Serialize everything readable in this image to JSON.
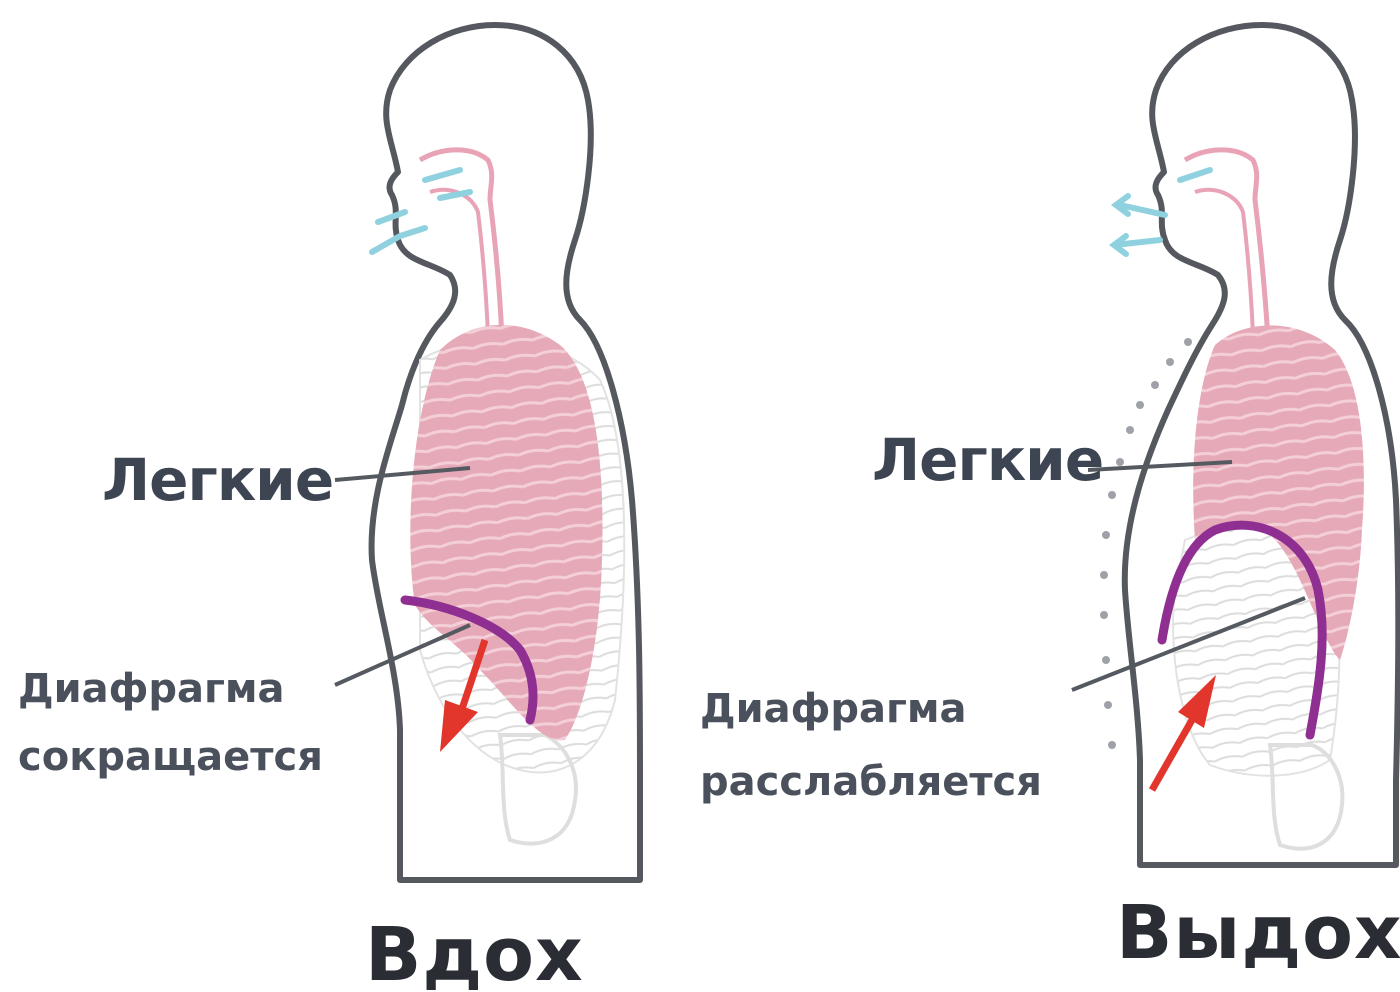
{
  "panels": [
    {
      "id": "inhale",
      "lungs_label": "Легкие",
      "diaphragm_label_line1": "Диафрагма",
      "diaphragm_label_line2": "сокращается",
      "caption": "Вдох"
    },
    {
      "id": "exhale",
      "lungs_label": "Легкие",
      "diaphragm_label_line1": "Диафрагма",
      "diaphragm_label_line2": "расслабляется",
      "caption": "Выдох"
    }
  ],
  "colors": {
    "outline": "#55585e",
    "lungs": "#e6a9b8",
    "lung_stripes": "#f4cfd8",
    "airway": "#e9a3b6",
    "air_flow": "#8fd1df",
    "diaphragm": "#8e2f91",
    "arrow": "#e2352b",
    "ribs": "#d6d6d6",
    "leader_line": "#555a60"
  },
  "icons": [
    "body-silhouette",
    "lungs-icon",
    "diaphragm-arc",
    "motion-arrow",
    "airflow-icon"
  ]
}
